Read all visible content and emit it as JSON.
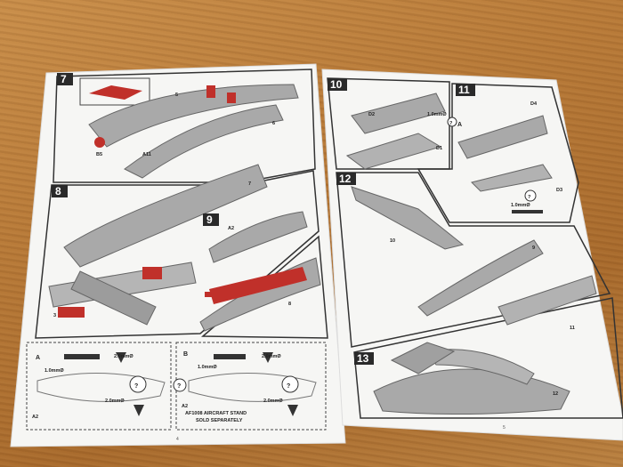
{
  "page_left": {
    "steps": [
      "7",
      "8",
      "9"
    ],
    "callouts": [
      "A11",
      "B5",
      "A2",
      "3",
      "5",
      "6",
      "7",
      "8"
    ],
    "option_a": {
      "letter": "A",
      "drill_top": "2.0mmØ",
      "drill_left": "1.0mmØ",
      "drill_bottom": "2.0mmØ",
      "part": "A2"
    },
    "option_b": {
      "letter": "B",
      "drill_top": "2.0mmØ",
      "drill_left": "1.0mmØ",
      "drill_bottom": "2.0mmØ",
      "part": "A2",
      "stand_note_line1": "AF1008 AIRCRAFT STAND",
      "stand_note_line2": "SOLD SEPARATELY"
    },
    "page_number": "4"
  },
  "page_right": {
    "steps": [
      "10",
      "11",
      "12",
      "13"
    ],
    "callouts": [
      "D2",
      "D1",
      "D4",
      "D3",
      "10",
      "9",
      "11",
      "12"
    ],
    "step10_drill": "1.0mmØ",
    "step10_option": "A",
    "step11_drill": "1.0mmØ",
    "page_number": "5"
  },
  "colors": {
    "table": "#b87a38",
    "paper": "#f6f6f4",
    "part_grey": "#a9a9a9",
    "part_red": "#c0302a",
    "step_badge": "#2a2a2a"
  }
}
